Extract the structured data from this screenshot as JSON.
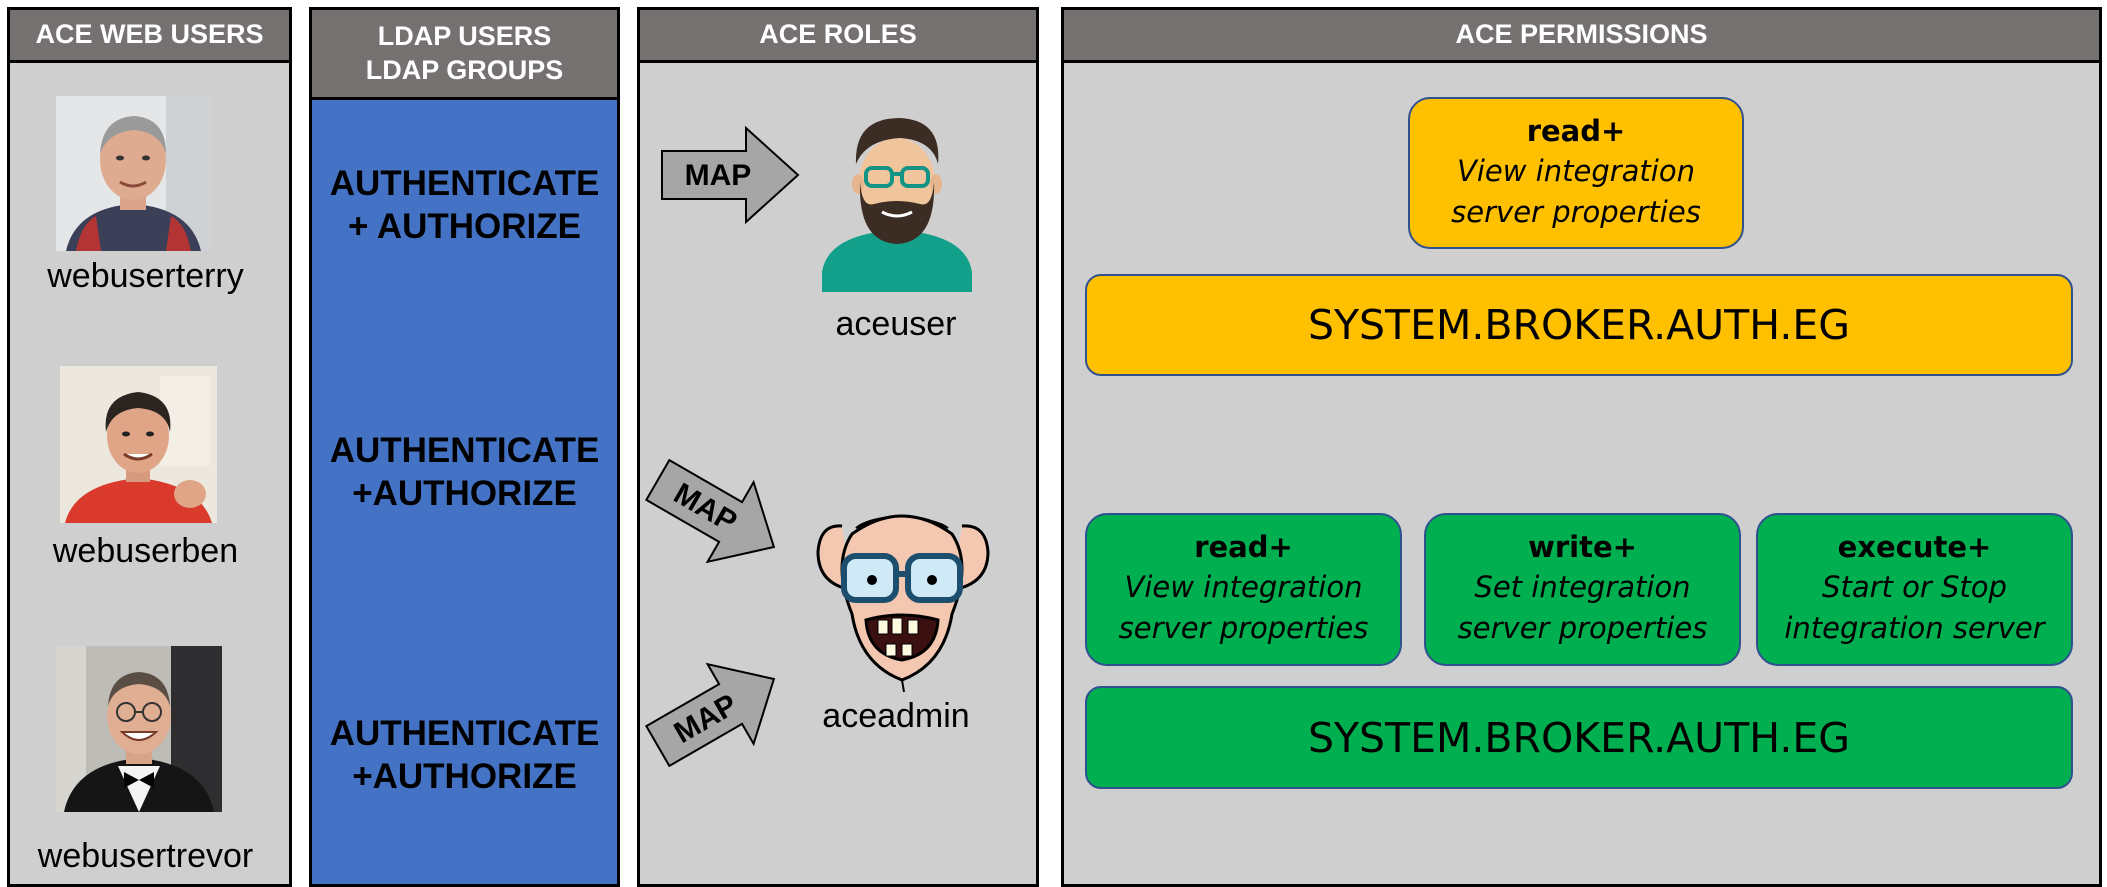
{
  "headers": {
    "web_users": "ACE WEB USERS",
    "ldap": "LDAP USERS\nLDAP GROUPS",
    "roles": "ACE ROLES",
    "permissions": "ACE PERMISSIONS"
  },
  "users": [
    {
      "name": "webuserterry"
    },
    {
      "name": "webuserben"
    },
    {
      "name": "webusertrevor"
    }
  ],
  "auth_labels": [
    "AUTHENTICATE\n+ AUTHORIZE",
    "AUTHENTICATE\n+AUTHORIZE",
    "AUTHENTICATE\n+AUTHORIZE"
  ],
  "map_label": "MAP",
  "roles": [
    {
      "name": "aceuser"
    },
    {
      "name": "aceadmin"
    }
  ],
  "permissions": {
    "aceuser": {
      "items": [
        {
          "title": "read+",
          "desc": "View integration\nserver properties"
        }
      ],
      "group": "SYSTEM.BROKER.AUTH.EG"
    },
    "aceadmin": {
      "items": [
        {
          "title": "read+",
          "desc": "View integration\nserver properties"
        },
        {
          "title": "write+",
          "desc": "Set integration\nserver properties"
        },
        {
          "title": "execute+",
          "desc": "Start or Stop\nintegration server"
        }
      ],
      "group": "SYSTEM.BROKER.AUTH.EG"
    }
  },
  "colors": {
    "panel_bg": "#d0cfd0",
    "header_bg": "#767171",
    "ldap_blue": "#4472c4",
    "user_perm_yellow": "#ffc000",
    "admin_perm_green": "#00b050",
    "box_border": "#2f528f"
  },
  "icons": {
    "user_role": "bearded-man-avatar-icon",
    "admin_role": "cartoon-monkey-face-icon",
    "map_arrow": "map-arrow-icon"
  }
}
